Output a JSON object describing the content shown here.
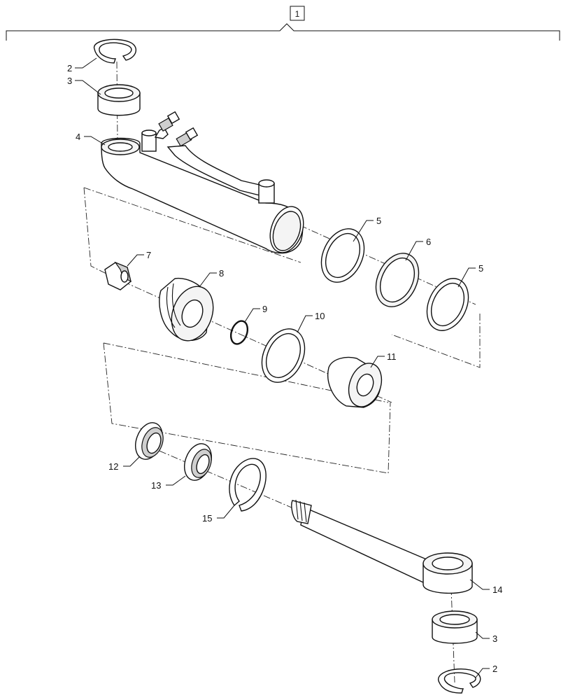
{
  "assembly_number": "1",
  "callouts": {
    "c2_top": "2",
    "c3_top": "3",
    "c4": "4",
    "c5_a": "5",
    "c6": "6",
    "c5_b": "5",
    "c7": "7",
    "c8": "8",
    "c9": "9",
    "c10": "10",
    "c11": "11",
    "c12": "12",
    "c13": "13",
    "c15": "15",
    "c14": "14",
    "c3_bottom": "3",
    "c2_bottom": "2"
  }
}
